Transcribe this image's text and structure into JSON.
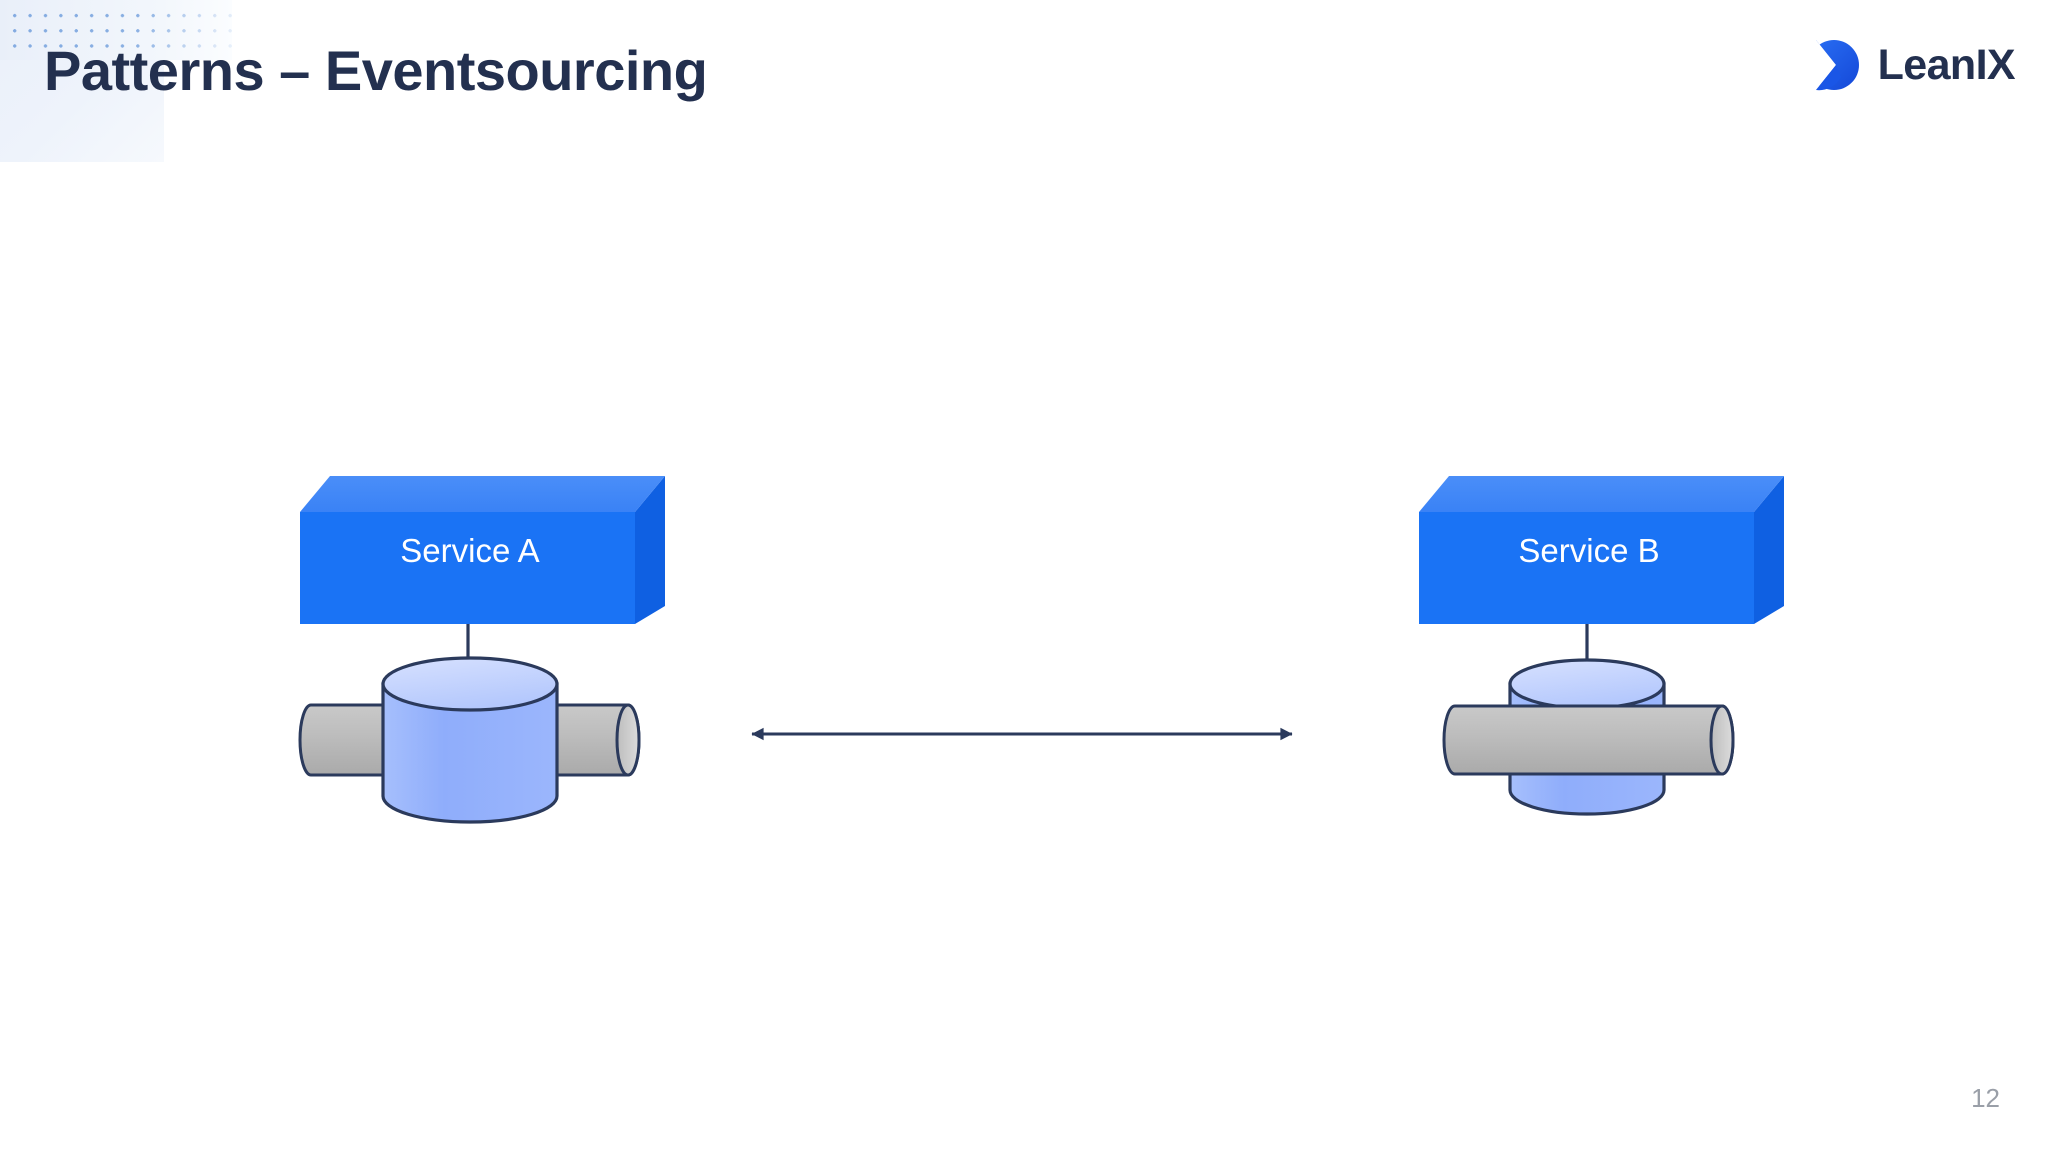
{
  "slide": {
    "title": "Patterns – Eventsourcing",
    "page_number": "12",
    "title_color": "#23304f",
    "background": "#ffffff"
  },
  "brand": {
    "name": "LeanIX",
    "mark_icon": "leanix-logo-icon",
    "primary_blue": "#1a63f0",
    "accent_blue": "#2f7bf6",
    "text_color": "#23304f"
  },
  "decoration": {
    "dot_grid_icon": "dot-grid-pattern",
    "dot_color": "#7ea8e0",
    "tint_color": "#eaf0fa"
  },
  "diagram": {
    "type": "eventsourcing-pattern",
    "nodes": [
      {
        "id": "service-a",
        "label": "Service A",
        "shape": "cube-3d",
        "fill": "#1a73f5",
        "top_fill": "#3d86f7",
        "side_fill": "#0e5fe0",
        "text_color": "#ffffff"
      },
      {
        "id": "service-b",
        "label": "Service B",
        "shape": "cube-3d",
        "fill": "#1a73f5",
        "top_fill": "#3d86f7",
        "side_fill": "#0e5fe0",
        "text_color": "#ffffff"
      },
      {
        "id": "database-a",
        "label": "",
        "shape": "cylinder-database",
        "fill": "#93b0fb",
        "top_fill": "#c3d2fd",
        "stroke": "#2b3a5c"
      },
      {
        "id": "database-b",
        "label": "",
        "shape": "cylinder-database",
        "fill": "#93b0fb",
        "top_fill": "#c3d2fd",
        "stroke": "#2b3a5c"
      },
      {
        "id": "event-bus-a",
        "label": "",
        "shape": "horizontal-pipe",
        "fill": "#b9b9b9",
        "cap_fill": "#d4d4d4",
        "stroke": "#2b3a5c",
        "layer": "behind-database"
      },
      {
        "id": "event-bus-b",
        "label": "",
        "shape": "horizontal-pipe",
        "fill": "#b9b9b9",
        "cap_fill": "#d4d4d4",
        "stroke": "#2b3a5c",
        "layer": "in-front-of-database"
      }
    ],
    "connectors": [
      {
        "id": "service-a-to-database-a",
        "from": "service-a",
        "to": "database-a",
        "direction": "down",
        "arrowheads": "end",
        "color": "#2b3a5c"
      },
      {
        "id": "service-b-to-database-b",
        "from": "service-b",
        "to": "database-b",
        "direction": "down",
        "arrowheads": "end",
        "color": "#2b3a5c"
      },
      {
        "id": "bus-link",
        "from": "event-bus-a",
        "to": "event-bus-b",
        "direction": "horizontal",
        "arrowheads": "both",
        "color": "#2b3a5c"
      }
    ]
  }
}
